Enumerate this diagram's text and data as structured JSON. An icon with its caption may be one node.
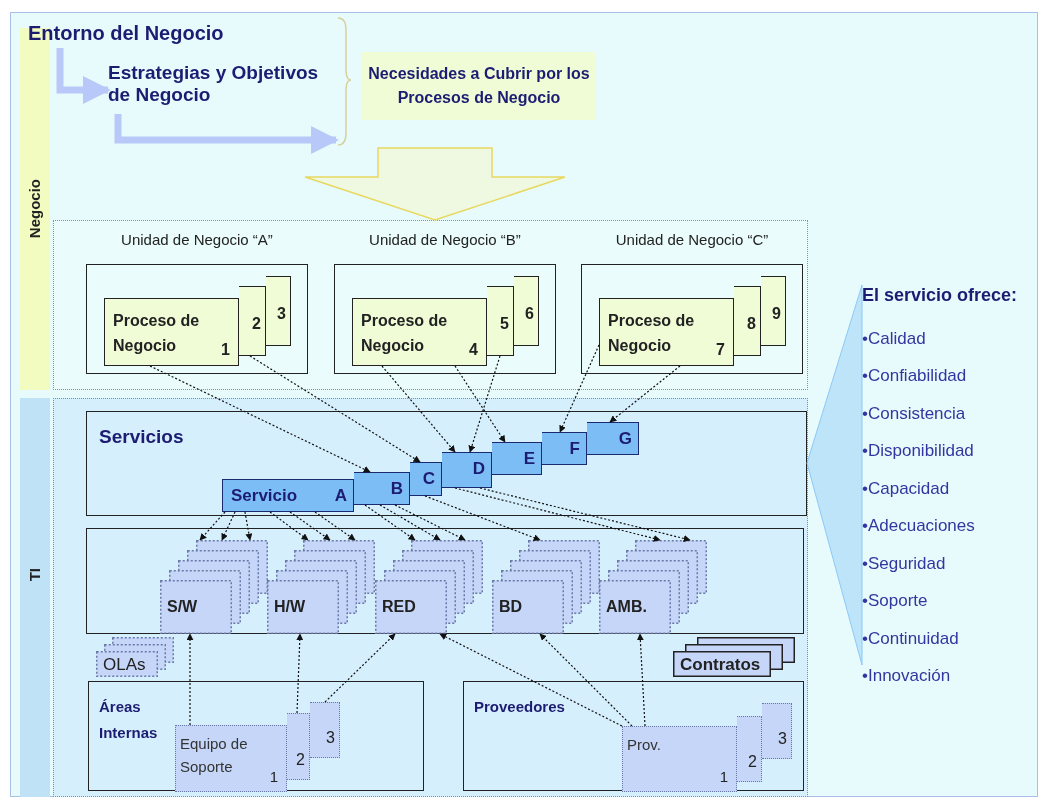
{
  "diagram": {
    "nodes": [
      {
        "text": [
          "Negocio"
        ]
      },
      {
        "text": [
          "TI"
        ]
      },
      {
        "text": [
          "Entorno del Negocio"
        ]
      },
      {
        "text": [
          "Estrategias y Objetivos de Negocio"
        ]
      },
      {
        "text": [
          "Necesidades a Cubrir por los Procesos de Negocio"
        ]
      },
      {
        "text": [],
        "shape": "box"
      },
      {
        "text": [
          "Unidad de Negocio “A”"
        ],
        "in": 5
      },
      {
        "text": [
          "Proceso de Negocio",
          "1"
        ],
        "in": 6
      },
      {
        "text": [
          "2"
        ],
        "in": 6
      },
      {
        "text": [
          "3"
        ],
        "in": 6
      },
      {
        "text": [
          "Unidad de Negocio “B”"
        ],
        "in": 5
      },
      {
        "text": [
          "Proceso de Negocio",
          "4"
        ],
        "in": 10
      },
      {
        "text": [
          "5"
        ],
        "in": 10
      },
      {
        "text": [
          "6"
        ],
        "in": 10
      },
      {
        "text": [
          "Unidad de Negocio “C”"
        ],
        "in": 5
      },
      {
        "text": [
          "Proceso de Negocio",
          "7"
        ],
        "in": 14
      },
      {
        "text": [
          "8"
        ],
        "in": 14
      },
      {
        "text": [
          "9"
        ],
        "in": 14
      },
      {
        "text": [],
        "shape": "box"
      },
      {
        "text": [
          "Servicios"
        ],
        "in": 18
      },
      {
        "text": [
          "Servicio",
          "A"
        ],
        "in": 19
      },
      {
        "text": [
          "B"
        ],
        "in": 19
      },
      {
        "text": [
          "C"
        ],
        "in": 19
      },
      {
        "text": [
          "D"
        ],
        "in": 19
      },
      {
        "text": [
          "E"
        ],
        "in": 19
      },
      {
        "text": [
          "F"
        ],
        "in": 19
      },
      {
        "text": [
          "G"
        ],
        "in": 19
      },
      {
        "text": [],
        "shape": "box",
        "in": 18
      },
      {
        "text": [
          "S/W"
        ],
        "in": 27
      },
      {
        "text": [
          "H/W"
        ],
        "in": 27
      },
      {
        "text": [
          "RED"
        ],
        "in": 27
      },
      {
        "text": [
          "BD"
        ],
        "in": 27
      },
      {
        "text": [
          "AMB."
        ],
        "in": 27
      },
      {
        "text": [
          "OLAs"
        ],
        "in": 18
      },
      {
        "text": [
          "Áreas Internas"
        ],
        "in": 18
      },
      {
        "text": [
          "Equipo de Soporte",
          "1"
        ],
        "in": 34
      },
      {
        "text": [
          "2"
        ],
        "in": 34
      },
      {
        "text": [
          "3"
        ],
        "in": 34
      },
      {
        "text": [
          "Contratos"
        ],
        "in": 18
      },
      {
        "text": [
          "Proveedores"
        ],
        "in": 18
      },
      {
        "text": [
          "Prov.",
          "1"
        ],
        "in": 39
      },
      {
        "text": [
          "2"
        ],
        "in": 39
      },
      {
        "text": [
          "3"
        ],
        "in": 39
      },
      {
        "text": [
          "El servicio ofrece:",
          "•Calidad",
          "•Confiabilidad",
          "•Consistencia",
          "•Disponibilidad",
          "•Capacidad",
          "•Adecuaciones",
          "•Seguridad",
          "•Soporte",
          "•Continuidad",
          "•Innovación"
        ]
      }
    ],
    "edges": [
      {
        "from": 2,
        "to": 3,
        "arrow": "to",
        "style": "thick",
        "color": "#b8c8f8"
      },
      {
        "from": 3,
        "to": 4,
        "arrow": "to",
        "style": "thick",
        "color": "#b8c8f8"
      },
      {
        "from": 4,
        "to": 5,
        "arrow": "to",
        "style": "thick",
        "color": "#e8d860"
      },
      {
        "from": 7,
        "to": 21,
        "arrow": "to",
        "style": "dashed"
      },
      {
        "from": 8,
        "to": 22,
        "arrow": "to",
        "style": "dashed"
      },
      {
        "from": 11,
        "to": 23,
        "arrow": "to",
        "style": "dashed"
      },
      {
        "from": 11,
        "to": 24,
        "arrow": "to",
        "style": "dashed"
      },
      {
        "from": 12,
        "to": 23,
        "arrow": "to",
        "style": "dashed"
      },
      {
        "from": 15,
        "to": 25,
        "arrow": "to",
        "style": "dashed"
      },
      {
        "from": 15,
        "to": 26,
        "arrow": "to",
        "style": "dashed"
      },
      {
        "from": 20,
        "to": 28,
        "arrow": "to",
        "style": "dashed"
      },
      {
        "from": 20,
        "to": 28,
        "arrow": "to",
        "style": "dashed"
      },
      {
        "from": 20,
        "to": 28,
        "arrow": "to",
        "style": "dashed"
      },
      {
        "from": 20,
        "to": 29,
        "arrow": "to",
        "style": "dashed"
      },
      {
        "from": 20,
        "to": 29,
        "arrow": "to",
        "style": "dashed"
      },
      {
        "from": 20,
        "to": 29,
        "arrow": "to",
        "style": "dashed"
      },
      {
        "from": 21,
        "to": 30,
        "arrow": "to",
        "style": "dashed"
      },
      {
        "from": 21,
        "to": 30,
        "arrow": "to",
        "style": "dashed"
      },
      {
        "from": 21,
        "to": 30,
        "arrow": "to",
        "style": "dashed"
      },
      {
        "from": 22,
        "to": 31,
        "arrow": "to",
        "style": "dashed"
      },
      {
        "from": 23,
        "to": 32,
        "arrow": "to",
        "style": "dashed"
      },
      {
        "from": 23,
        "to": 32,
        "arrow": "to",
        "style": "dashed"
      },
      {
        "from": 35,
        "to": 28,
        "arrow": "to",
        "style": "dashed"
      },
      {
        "from": 36,
        "to": 29,
        "arrow": "to",
        "style": "dashed"
      },
      {
        "from": 37,
        "to": 30,
        "arrow": "to",
        "style": "dashed"
      },
      {
        "from": 40,
        "to": 30,
        "arrow": "to",
        "style": "dashed"
      },
      {
        "from": 40,
        "to": 31,
        "arrow": "to",
        "style": "dashed"
      },
      {
        "from": 40,
        "to": 32,
        "arrow": "to",
        "style": "dashed"
      },
      {
        "from": 43,
        "to": 19,
        "arrow": "none",
        "style": "thick",
        "color": "#8cc8f8"
      }
    ]
  }
}
